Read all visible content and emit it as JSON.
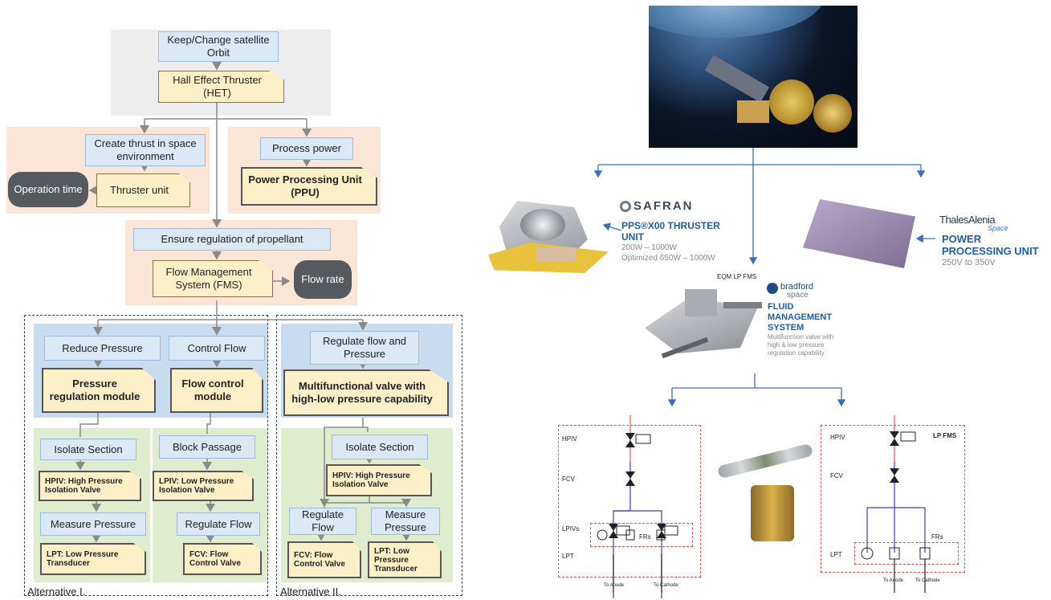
{
  "left_diagram": {
    "top": {
      "goal": "Keep/Change satellite Orbit",
      "component": "Hall Effect Thruster (HET)"
    },
    "thrust": {
      "function": "Create thrust in space environment",
      "component": "Thruster unit",
      "output": "Operation time"
    },
    "power": {
      "function": "Process power",
      "component": "Power Processing Unit (PPU)"
    },
    "propellant": {
      "function": "Ensure regulation of propellant",
      "component": "Flow Management System (FMS)",
      "output": "Flow rate"
    },
    "alt1": {
      "label": "Alternative I.",
      "reduce_pressure": "Reduce Pressure",
      "control_flow": "Control Flow",
      "pressure_module": "Pressure regulation module",
      "flow_module": "Flow control module",
      "isolate_section": "Isolate Section",
      "block_passage": "Block Passage",
      "hpiv": "HPIV: High Pressure Isolation Valve",
      "lpiv": "LPIV: Low Pressure Isolation Valve",
      "measure_pressure": "Measure Pressure",
      "regulate_flow": "Regulate Flow",
      "lpt": "LPT: Low Pressure Transducer",
      "fcv": "FCV: Flow Control Valve"
    },
    "alt2": {
      "label": "Alternative II.",
      "regulate": "Regulate flow and Pressure",
      "multivalve": "Multifunctional valve with high-low pressure capability",
      "isolate_section": "Isolate Section",
      "hpiv": "HPIV: High Pressure Isolation Valve",
      "regulate_flow": "Regulate Flow",
      "measure_pressure": "Measure Pressure",
      "fcv": "FCV: Flow Control Valve",
      "lpt": "LPT: Low Pressure Transducer"
    }
  },
  "right_panel": {
    "safran": {
      "logo": "SAFRAN",
      "title_1": "PPS®X00 THRUSTER",
      "title_2": "UNIT",
      "spec_1": "200W – 1000W",
      "spec_2": "Optimized 650W – 1000W"
    },
    "thales": {
      "logo_1": "ThalesAlenia",
      "logo_2": "Space",
      "title_1": "POWER",
      "title_2": "PROCESSING UNIT",
      "spec": "250V to 350V"
    },
    "eqm_label": "EQM LP FMS",
    "bradford": {
      "logo_1": "bradford",
      "logo_2": "space",
      "title_1": "FLUID",
      "title_2": "MANAGEMENT",
      "title_3": "SYSTEM",
      "desc_1": "Multifunction valve with",
      "desc_2": "high & low pressure",
      "desc_3": "regulation capability"
    },
    "schematic_left": {
      "hpiv": "HPIV",
      "fcv": "FCV",
      "lpivs": "LPIVs",
      "lpt": "LPT",
      "frs": "FRs",
      "to_anode": "To Anode",
      "to_cathode": "To Cathode"
    },
    "schematic_right": {
      "title": "LP FMS",
      "hpiv": "HPIV",
      "fcv": "FCV",
      "lpt": "LPT",
      "frs": "FRs",
      "to_anode": "To Anode",
      "to_cathode": "To Cathode"
    }
  },
  "colors": {
    "function_box": "#dbe8f6",
    "component_box": "#fdf0c8",
    "grey_region": "#ededed",
    "peach_region": "#fbe5d6",
    "blue_region": "#c9dcef",
    "green_region": "#dfeccd",
    "accent_blue": "#1f5da8",
    "dashed_red": "#e05050"
  }
}
